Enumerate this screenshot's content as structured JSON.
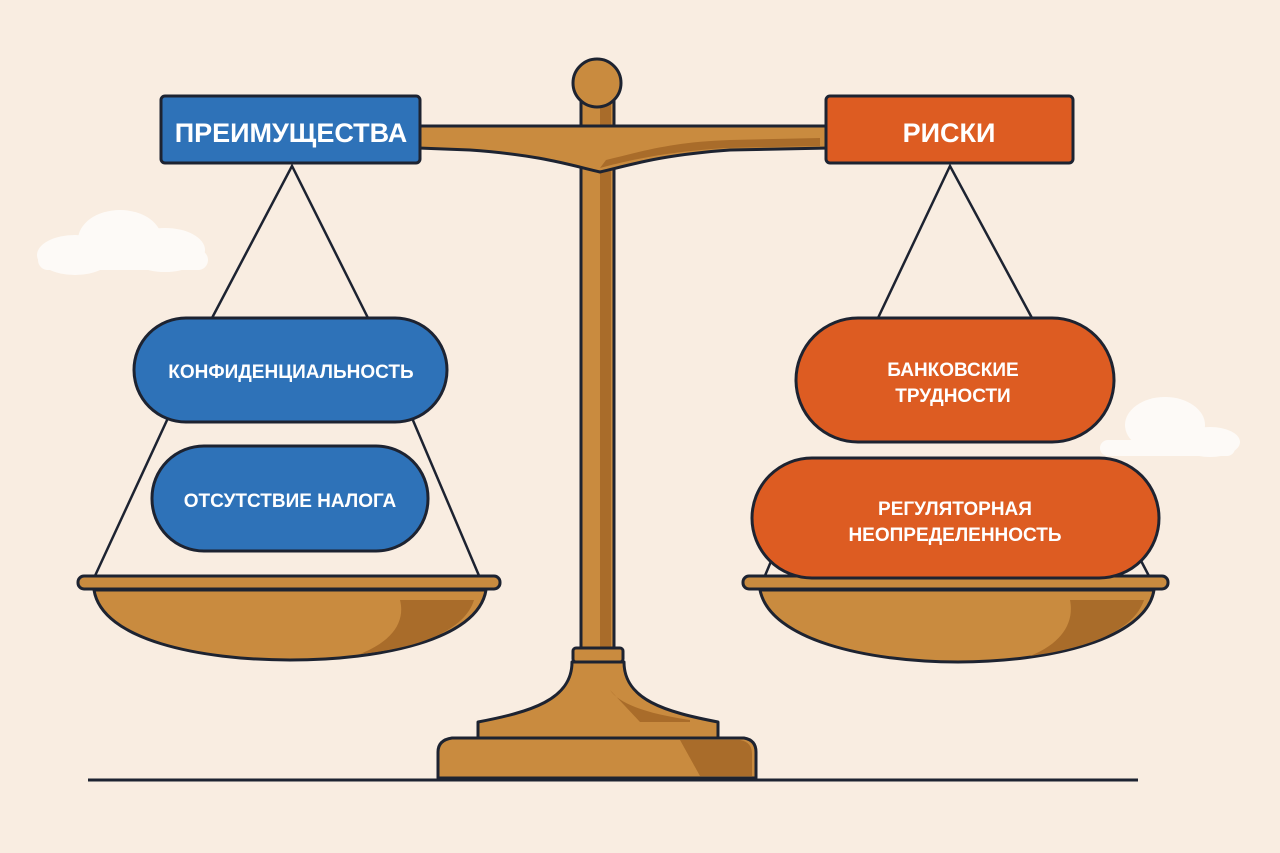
{
  "left_side": {
    "header": "ПРЕИМУЩЕСТВА",
    "items": [
      "КОНФИДЕНЦИАЛЬНОСТЬ",
      "ОТСУТСТВИЕ НАЛОГА"
    ]
  },
  "right_side": {
    "header": "РИСКИ",
    "items": [
      [
        "БАНКОВСКИЕ",
        "ТРУДНОСТИ"
      ],
      [
        "РЕГУЛЯТОРНАЯ",
        "НЕОПРЕДЕЛЕННОСТЬ"
      ]
    ]
  },
  "colors": {
    "background": "#f9ede1",
    "advantage_blue": "#2e72b8",
    "risk_orange": "#dd5c22",
    "bronze": "#c98b3f",
    "outline": "#1d2331"
  }
}
